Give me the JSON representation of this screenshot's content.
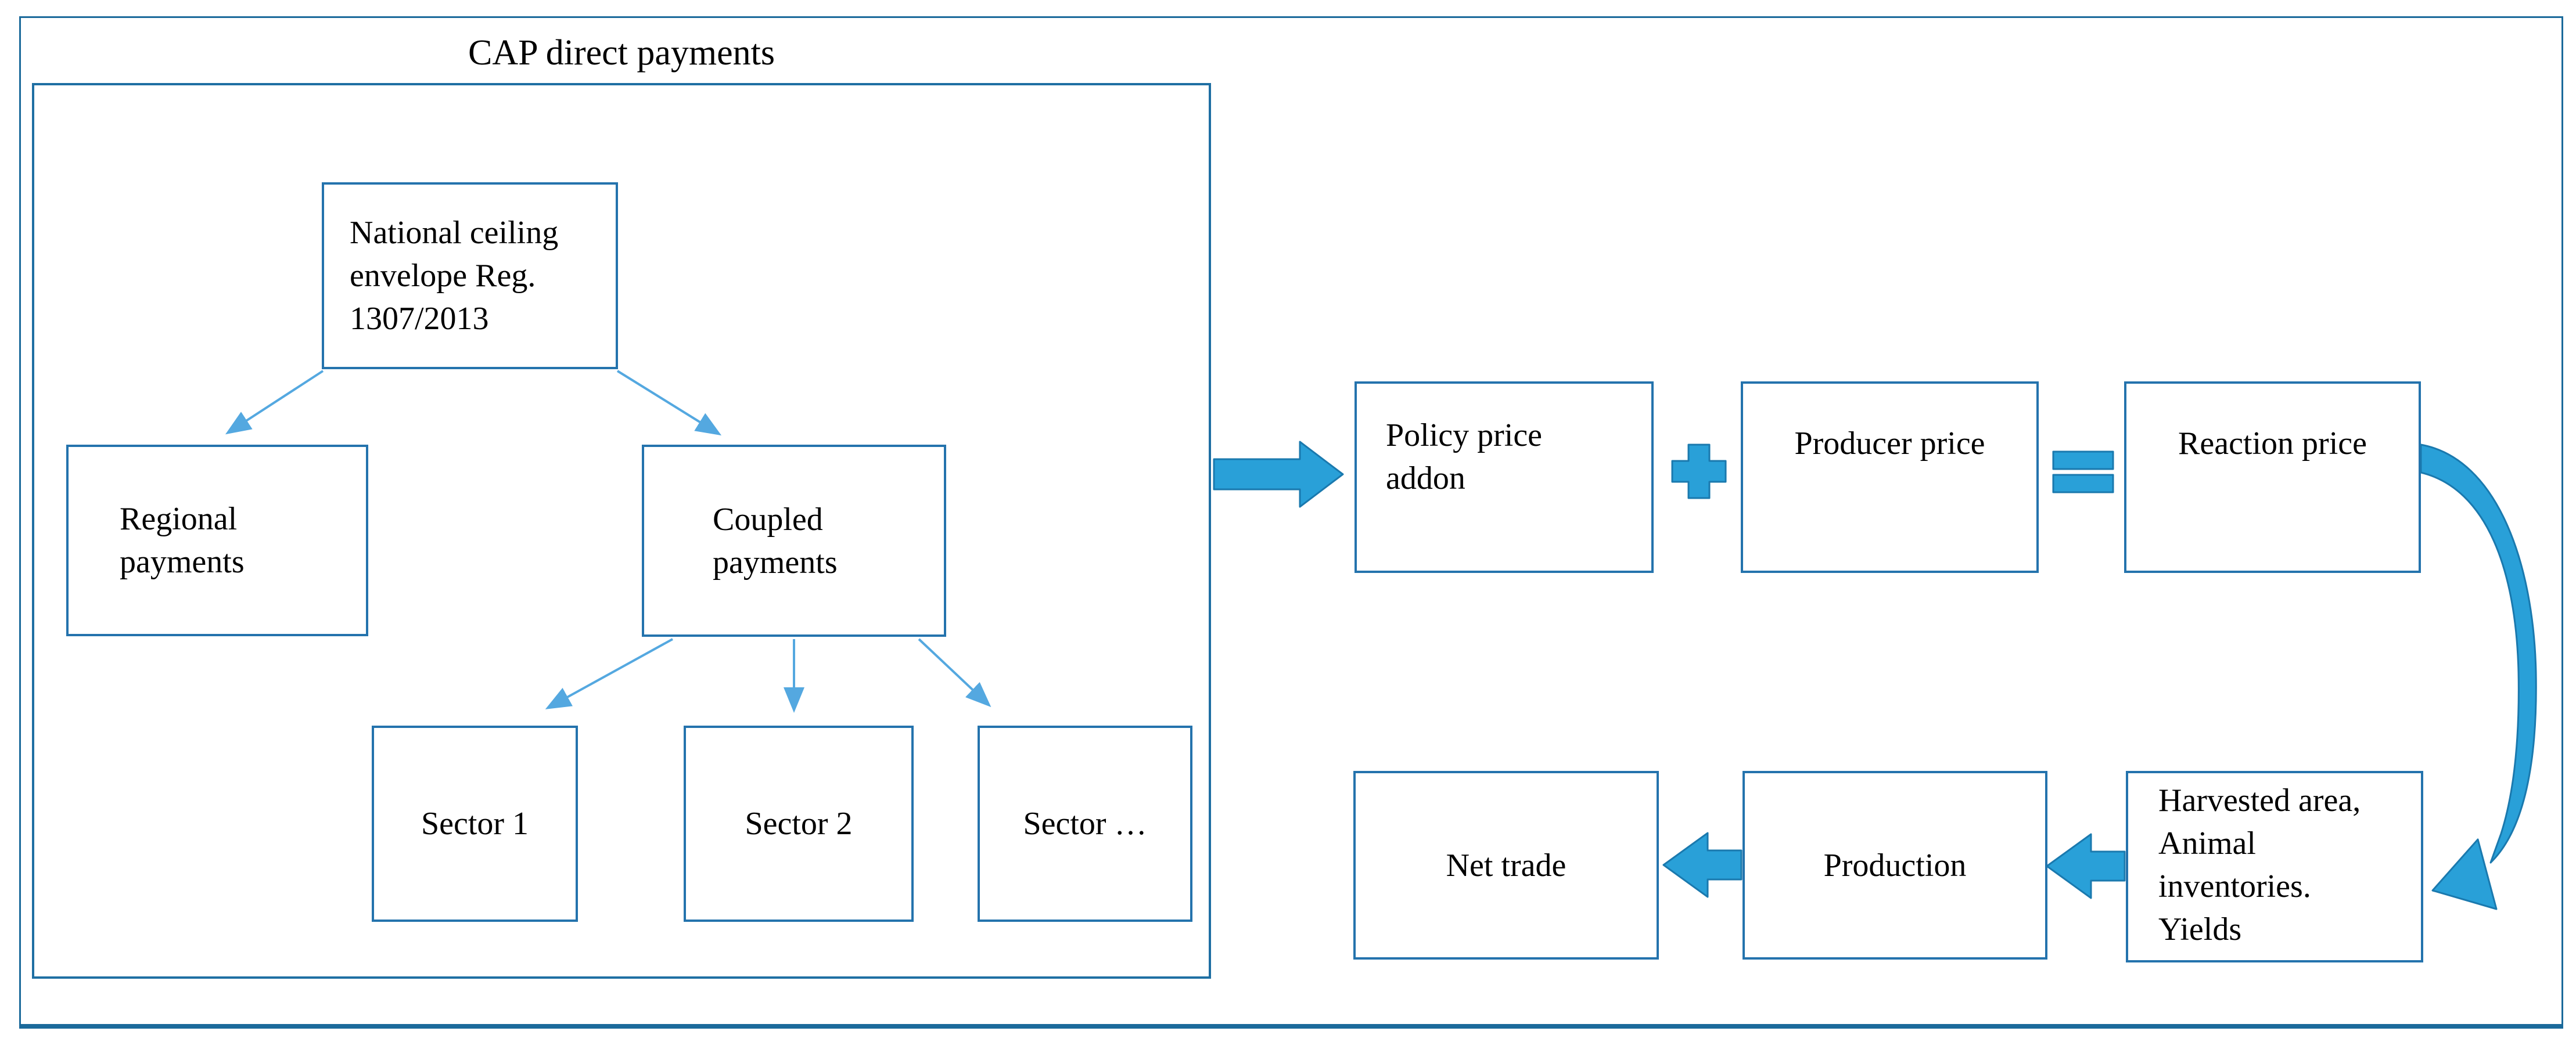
{
  "title": "CAP direct payments",
  "tree": {
    "national": "National ceiling\nenvelope Reg.\n1307/2013",
    "regional": "Regional\npayments",
    "coupled": "Coupled\npayments",
    "sector1": "Sector 1",
    "sector2": "Sector 2",
    "sector_more": "Sector …"
  },
  "flow": {
    "policy": "Policy price\naddon",
    "plus_operator": "+",
    "producer": "Producer price",
    "equals_operator": "=",
    "reaction": "Reaction price",
    "harvested": "Harvested area,\nAnimal\ninventories.\nYields",
    "production": "Production",
    "net_trade": "Net trade"
  },
  "colors": {
    "page_border": "#1b6a9b",
    "container_border": "#1f6fa3",
    "box_border": "#2473ad",
    "connector_arrow": "#54a8e0",
    "block_arrow_fill": "#29a0d8",
    "block_arrow_stroke": "#1a79ae",
    "text": "#000000",
    "background": "#ffffff"
  }
}
